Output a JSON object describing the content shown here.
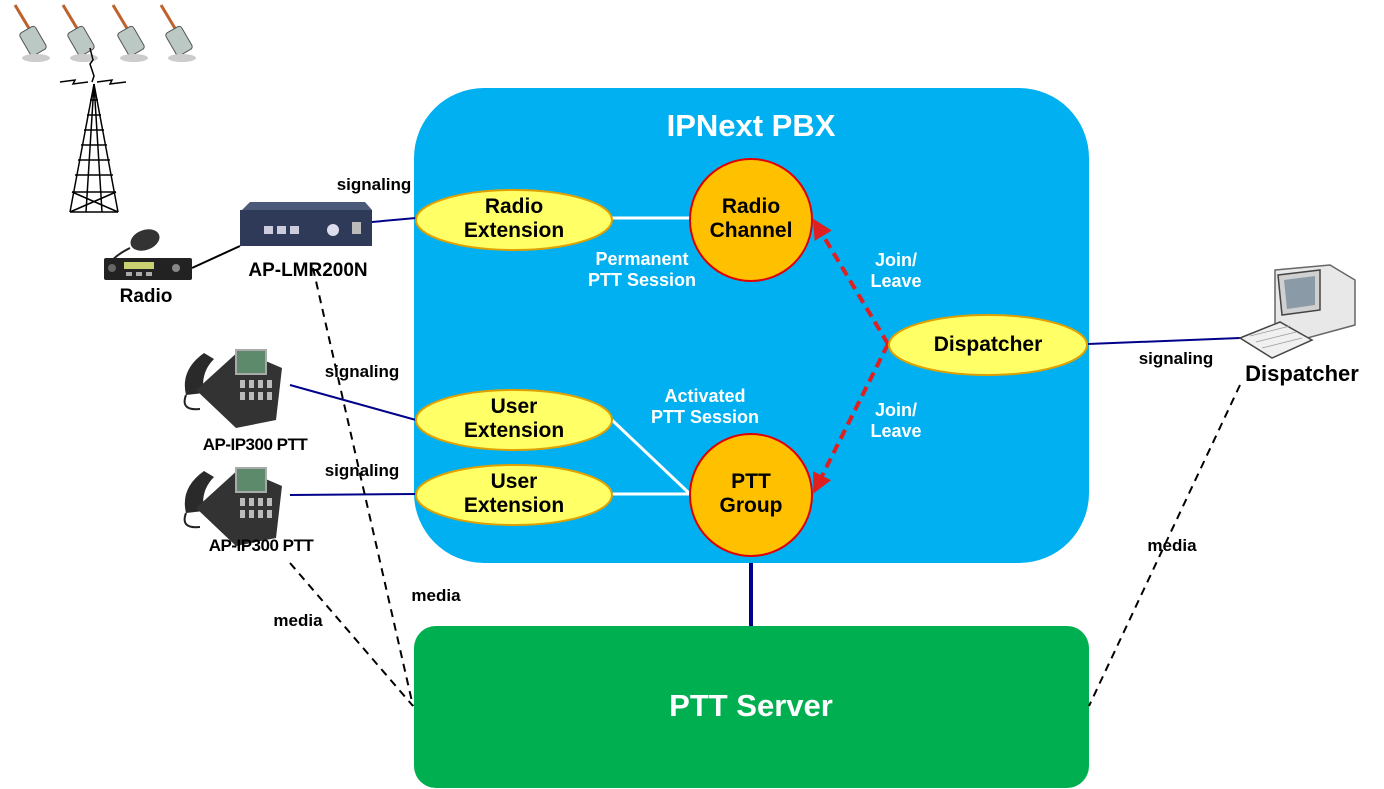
{
  "title": "IPNext PBX",
  "colors": {
    "pbx_fill": "#00b0f0",
    "server_fill": "#00b050",
    "ellipse_fill": "#ffff66",
    "ellipse_stroke": "#e0a000",
    "circle_fill": "#ffc000",
    "circle_stroke": "#e00000",
    "signaling_line": "#00008b",
    "join_arrow": "#e02020"
  },
  "pbx": {
    "title": "IPNext PBX",
    "radio_extension": [
      "Radio",
      "Extension"
    ],
    "radio_channel": [
      "Radio",
      "Channel"
    ],
    "user_extension_1": [
      "User",
      "Extension"
    ],
    "user_extension_2": [
      "User",
      "Extension"
    ],
    "ptt_group": [
      "PTT",
      "Group"
    ],
    "dispatcher": "Dispatcher",
    "permanent_session": [
      "Permanent",
      "PTT Session"
    ],
    "activated_session": [
      "Activated",
      "PTT Session"
    ],
    "join_leave_1": [
      "Join/",
      "Leave"
    ],
    "join_leave_2": [
      "Join/",
      "Leave"
    ]
  },
  "server": {
    "label": "PTT Server"
  },
  "devices": {
    "radio": "Radio",
    "gateway": "AP-LMR200N",
    "phone_1": "AP-IP300 PTT",
    "phone_2": "AP-IP300 PTT",
    "dispatcher_pc": "Dispatcher"
  },
  "links": {
    "signaling_gateway": "signaling",
    "signaling_phone_1": "signaling",
    "signaling_phone_2": "signaling",
    "signaling_dispatcher": "signaling",
    "media_gateway": "media",
    "media_phone": "media",
    "media_dispatcher": "media"
  }
}
